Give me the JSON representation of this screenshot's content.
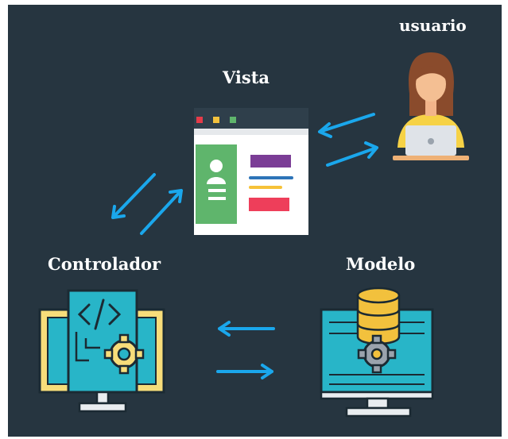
{
  "labels": {
    "usuario": "usuario",
    "vista": "Vista",
    "controlador": "Controlador",
    "modelo": "Modelo"
  },
  "colors": {
    "background": "#263540",
    "arrow": "#1aa7ec",
    "outline": "#1b2a33",
    "screen_teal": "#28b5c8",
    "monitor_yellow": "#f7dd7a",
    "db_gold": "#f2c13d",
    "card_green": "#5fb56c",
    "card_purple": "#7b3d96",
    "card_red": "#ee3e5a",
    "card_blue": "#2d74b8",
    "card_yellow": "#f6c238"
  },
  "icons": {
    "usuario": "user-at-laptop-icon",
    "vista": "browser-window-profile-icon",
    "controlador": "monitor-code-gear-icon",
    "modelo": "monitor-database-gear-icon"
  }
}
